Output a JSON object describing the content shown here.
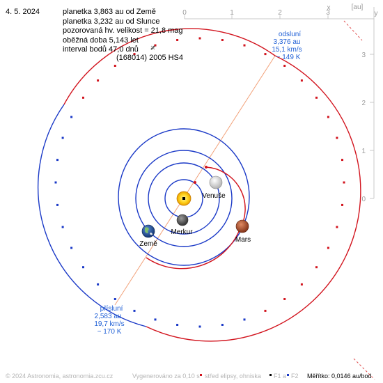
{
  "header": {
    "date": "4. 5. 2024",
    "lines": [
      "planetka 3,863 au od Země",
      "planetka 3,232 au od Slunce",
      "pozorovaná hv. velikost = 21,8 mag",
      "oběžná doba 5,143 let",
      "interval bodů 47,0 dnů"
    ],
    "object_name": "(168014) 2005 HS4"
  },
  "aphelion": {
    "title": "odsluní",
    "distance": "3,376 au",
    "speed": "15,1 km/s",
    "temp": "~ 149 K"
  },
  "perihelion": {
    "title": "přísluní",
    "distance": "2,583 au",
    "speed": "19,7 km/s",
    "temp": "~ 170 K"
  },
  "planets": {
    "venus": "Venuše",
    "mercury": "Merkur",
    "earth": "Země",
    "mars": "Mars"
  },
  "axes": {
    "unit": "[au]",
    "x_label": "x",
    "y_label": "y",
    "x_ticks": [
      "0",
      "1",
      "2",
      "3"
    ],
    "y_ticks": [
      "3",
      "2",
      "1",
      "0"
    ]
  },
  "footer": {
    "copyright": "© 2024 Astronomia, astronomia.zcu.cz",
    "generated": "Vygenerováno za 0,10 s",
    "legend_center": "střed elipsy, ohniska",
    "legend_f1": "F1 a",
    "legend_f2": "F2",
    "scale": "Měřítko: 0,0146 au/bod"
  },
  "colors": {
    "planet_orbit": "#1a39c7",
    "asteroid_orbit": "#d2141e",
    "apsis_line": "#f2a27a",
    "annotation_blue": "#1f5fd6"
  },
  "icons": {
    "sun": "sun-icon",
    "venus": "venus-icon",
    "mercury": "mercury-icon",
    "earth": "earth-icon",
    "mars": "mars-icon",
    "asteroid": "asteroid-icon"
  }
}
